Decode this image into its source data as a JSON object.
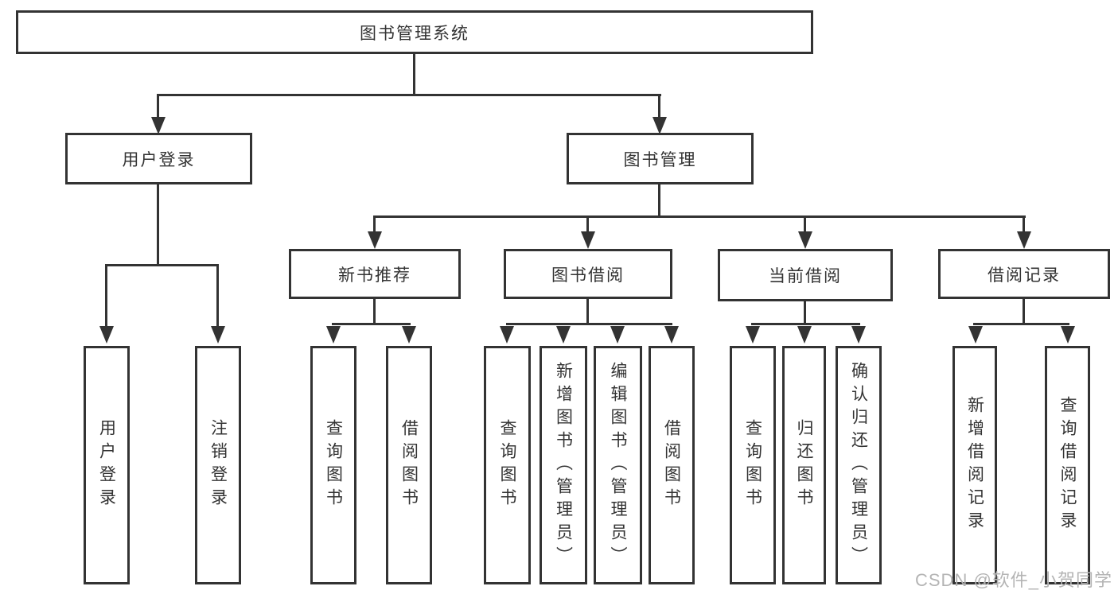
{
  "tree": {
    "root": "图书管理系统",
    "user": {
      "label": "用户登录",
      "children": [
        "用户登录",
        "注销登录"
      ]
    },
    "mgmt": {
      "label": "图书管理",
      "groups": [
        {
          "label": "新书推荐",
          "children": [
            "查询图书",
            "借阅图书"
          ]
        },
        {
          "label": "图书借阅",
          "children": [
            "查询图书",
            "新增图书（管理员）",
            "编辑图书（管理员）",
            "借阅图书"
          ]
        },
        {
          "label": "当前借阅",
          "children": [
            "查询图书",
            "归还图书",
            "确认归还（管理员）"
          ]
        },
        {
          "label": "借阅记录",
          "children": [
            "新增借阅记录",
            "查询借阅记录"
          ]
        }
      ]
    }
  },
  "watermark": "CSDN @软件_小贺同学",
  "colors": {
    "line": "#333333",
    "box_background": "#ffffff",
    "text": "#333333",
    "watermark": "#b4b4b4"
  }
}
